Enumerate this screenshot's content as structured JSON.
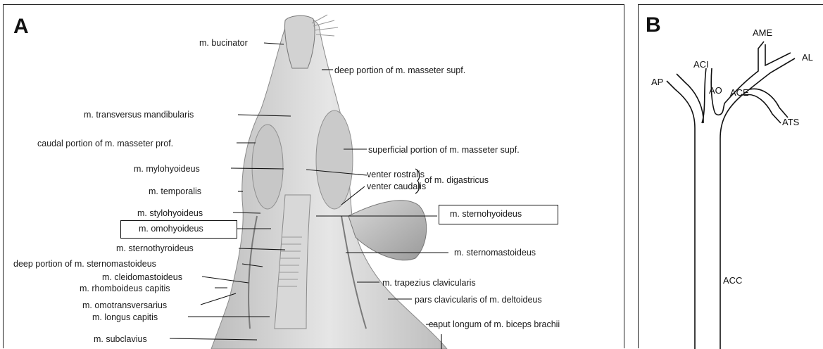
{
  "panel_a": {
    "letter": "A",
    "labels": {
      "bucinator": "m. bucinator",
      "masseter_deep": "deep portion of m. masseter supf.",
      "transversus": "m. transversus mandibularis",
      "masseter_prof": "caudal portion of m. masseter prof.",
      "masseter_superficial": "superficial portion of m. masseter supf.",
      "mylohyoideus": "m. mylohyoideus",
      "venter_rostralis": "venter rostralis",
      "venter_caudalis": "venter caudalis",
      "digastricus": "of m. digastricus",
      "temporalis": "m. temporalis",
      "stylohyoideus": "m. stylohyoideus",
      "omohyoideus": "m. omohyoideus",
      "sternohyoideus": "m. sternohyoideus",
      "sternothyroideus": "m. sternothyroideus",
      "sternomastoideus": "m. sternomastoideus",
      "deep_sternomastoideus": "deep portion of m. sternomastoideus",
      "cleidomastoideus": "m. cleidomastoideus",
      "trapezius": "m. trapezius clavicularis",
      "rhomboideus": "m. rhomboideus capitis",
      "omotransversarius": "m. omotransversarius",
      "deltoideus": "pars clavicularis of m. deltoideus",
      "longus_capitis": "m. longus capitis",
      "biceps": "caput longum of m. biceps brachii",
      "subclavius": "m. subclavius"
    }
  },
  "panel_b": {
    "letter": "B",
    "labels": {
      "ame": "AME",
      "al": "AL",
      "aci": "ACI",
      "ap": "AP",
      "ao": "AO",
      "ace": "ACE",
      "ats": "ATS",
      "acc": "ACC"
    }
  }
}
